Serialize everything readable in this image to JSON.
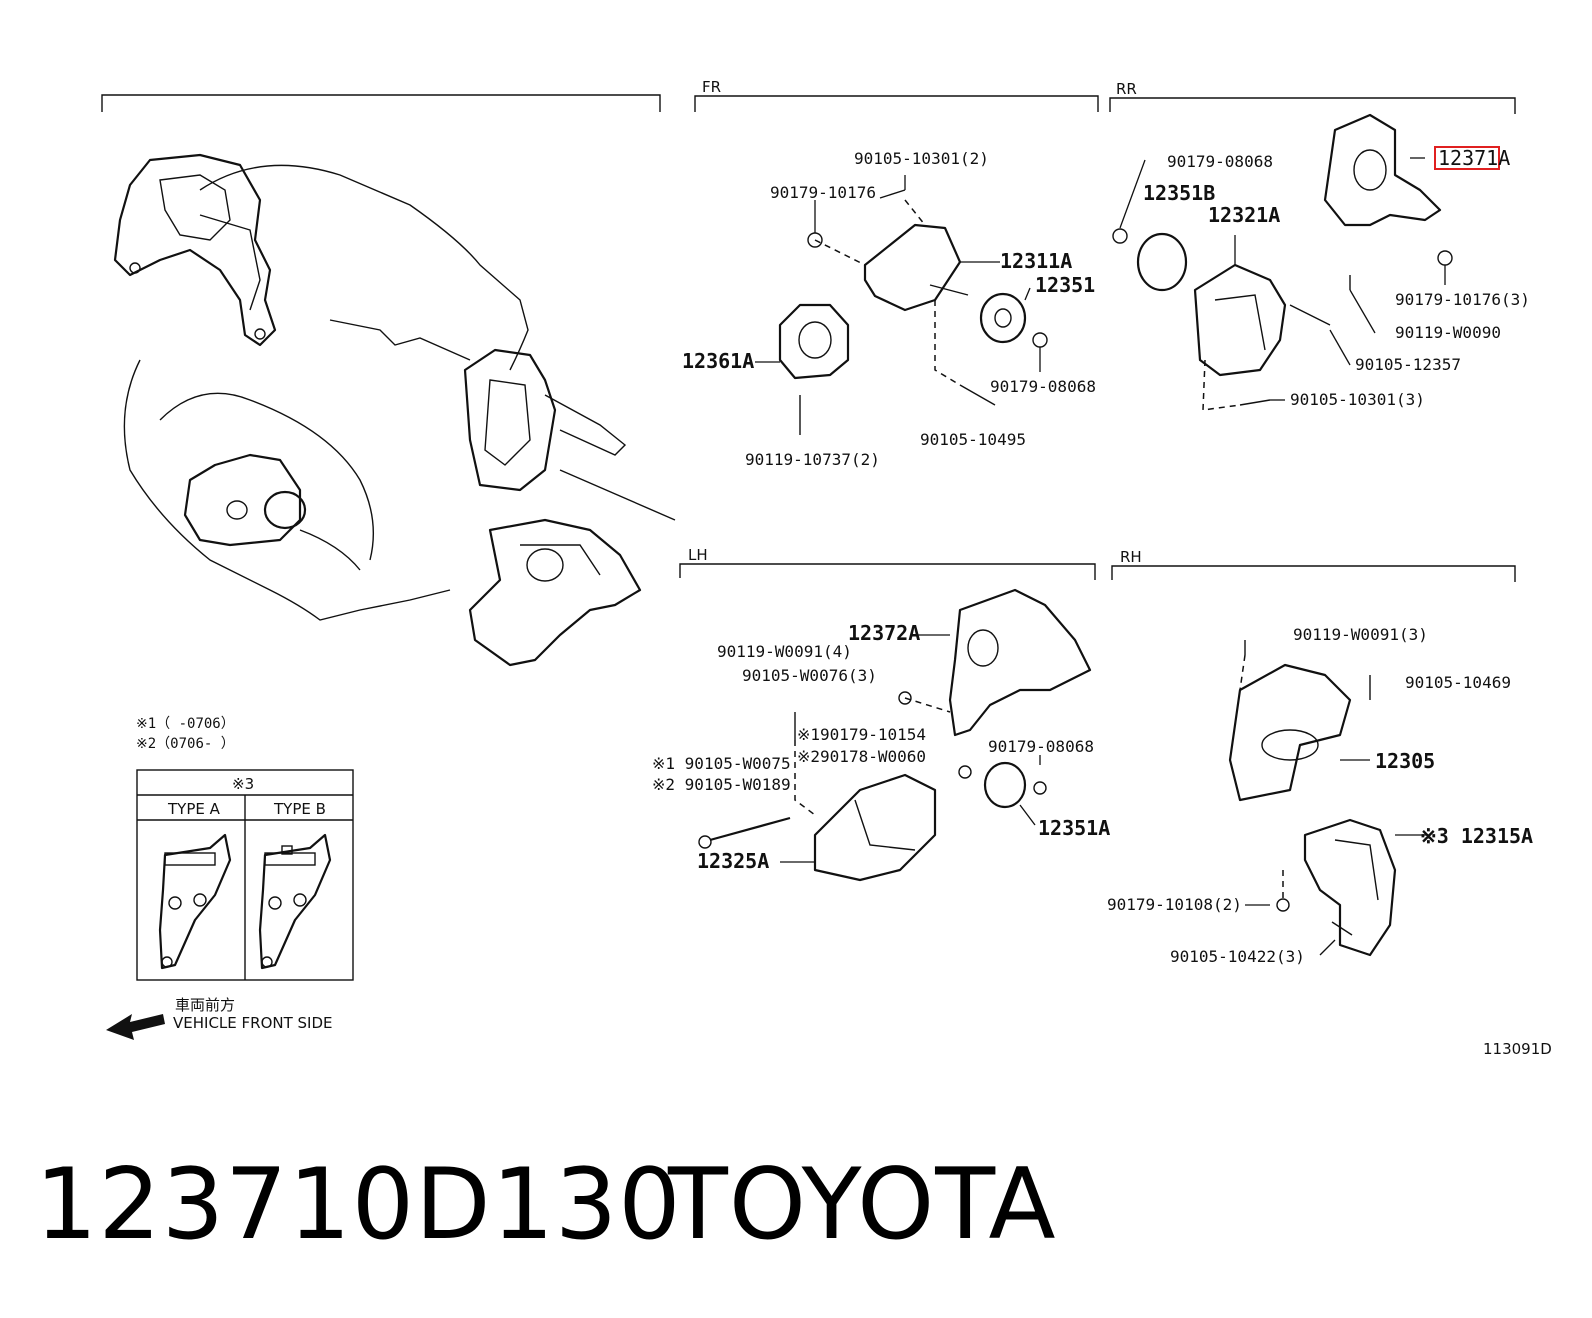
{
  "sections": {
    "fr": "FR",
    "rr": "RR",
    "lh": "LH",
    "rh": "RH"
  },
  "parts": {
    "fr": {
      "p1": "90105-10301(2)",
      "p2": "90179-10176",
      "p3": "12311A",
      "p4": "12351",
      "p5": "12361A",
      "p6": "90179-08068",
      "p7": "90105-10495",
      "p8": "90119-10737(2)"
    },
    "rr": {
      "p1": "90179-08068",
      "p2": "12351B",
      "p3": "12321A",
      "p4": "12371A",
      "p5": "90179-10176(3)",
      "p6": "90119-W0090",
      "p7": "90105-12357",
      "p8": "90105-10301(3)"
    },
    "lh": {
      "p1": "12372A",
      "p2": "90119-W0091(4)",
      "p3": "90105-W0076(3)",
      "p4": "※190179-10154",
      "p5": "※290178-W0060",
      "p6": "90179-08068",
      "p7": "※1 90105-W0075",
      "p8": "※2 90105-W0189",
      "p9": "12351A",
      "p10": "12325A"
    },
    "rh": {
      "p1": "90119-W0091(3)",
      "p2": "90105-10469",
      "p3": "12305",
      "p4": "※3 12315A",
      "p5": "90179-10108(2)",
      "p6": "90105-10422(3)"
    }
  },
  "notes": {
    "n1": "※1（      -0706）",
    "n2": "※2（0706-      ）"
  },
  "type_table": {
    "header": "※3",
    "col_a": "TYPE A",
    "col_b": "TYPE B"
  },
  "orientation": {
    "japanese": "車両前方",
    "english": "VEHICLE FRONT SIDE"
  },
  "diagram_code": "113091D",
  "highlight_color": "#e02020",
  "footer": {
    "part_number": "123710D130",
    "brand": "TOYOTA"
  }
}
